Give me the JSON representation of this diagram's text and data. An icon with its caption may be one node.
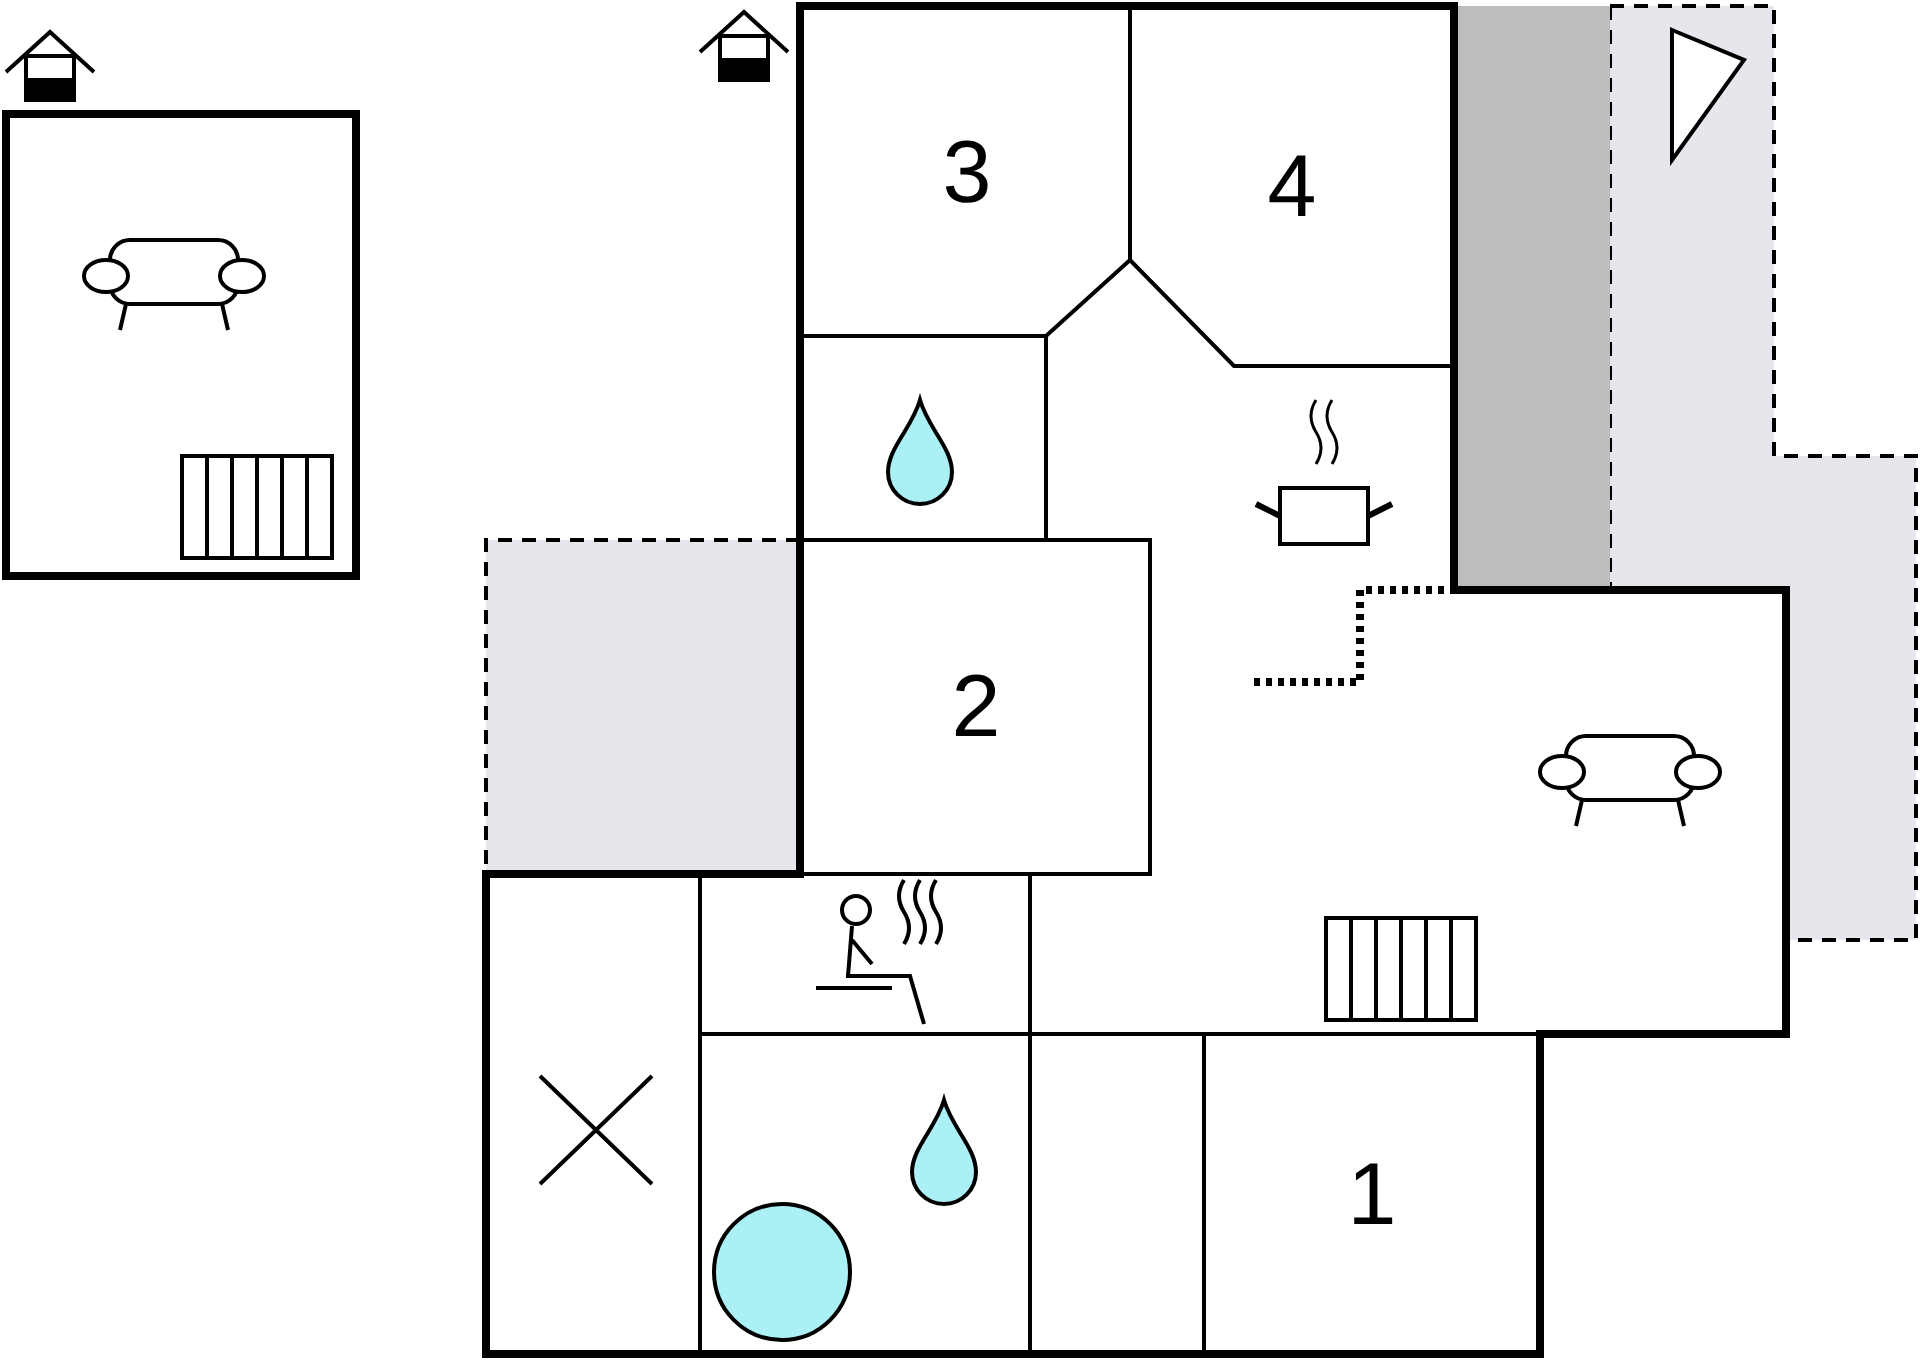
{
  "diagram": {
    "nodes": [
      {
        "text": [
          "3"
        ]
      },
      {
        "text": [
          "4"
        ]
      },
      {
        "text": [
          "2"
        ]
      },
      {
        "text": [
          "1"
        ]
      }
    ]
  }
}
